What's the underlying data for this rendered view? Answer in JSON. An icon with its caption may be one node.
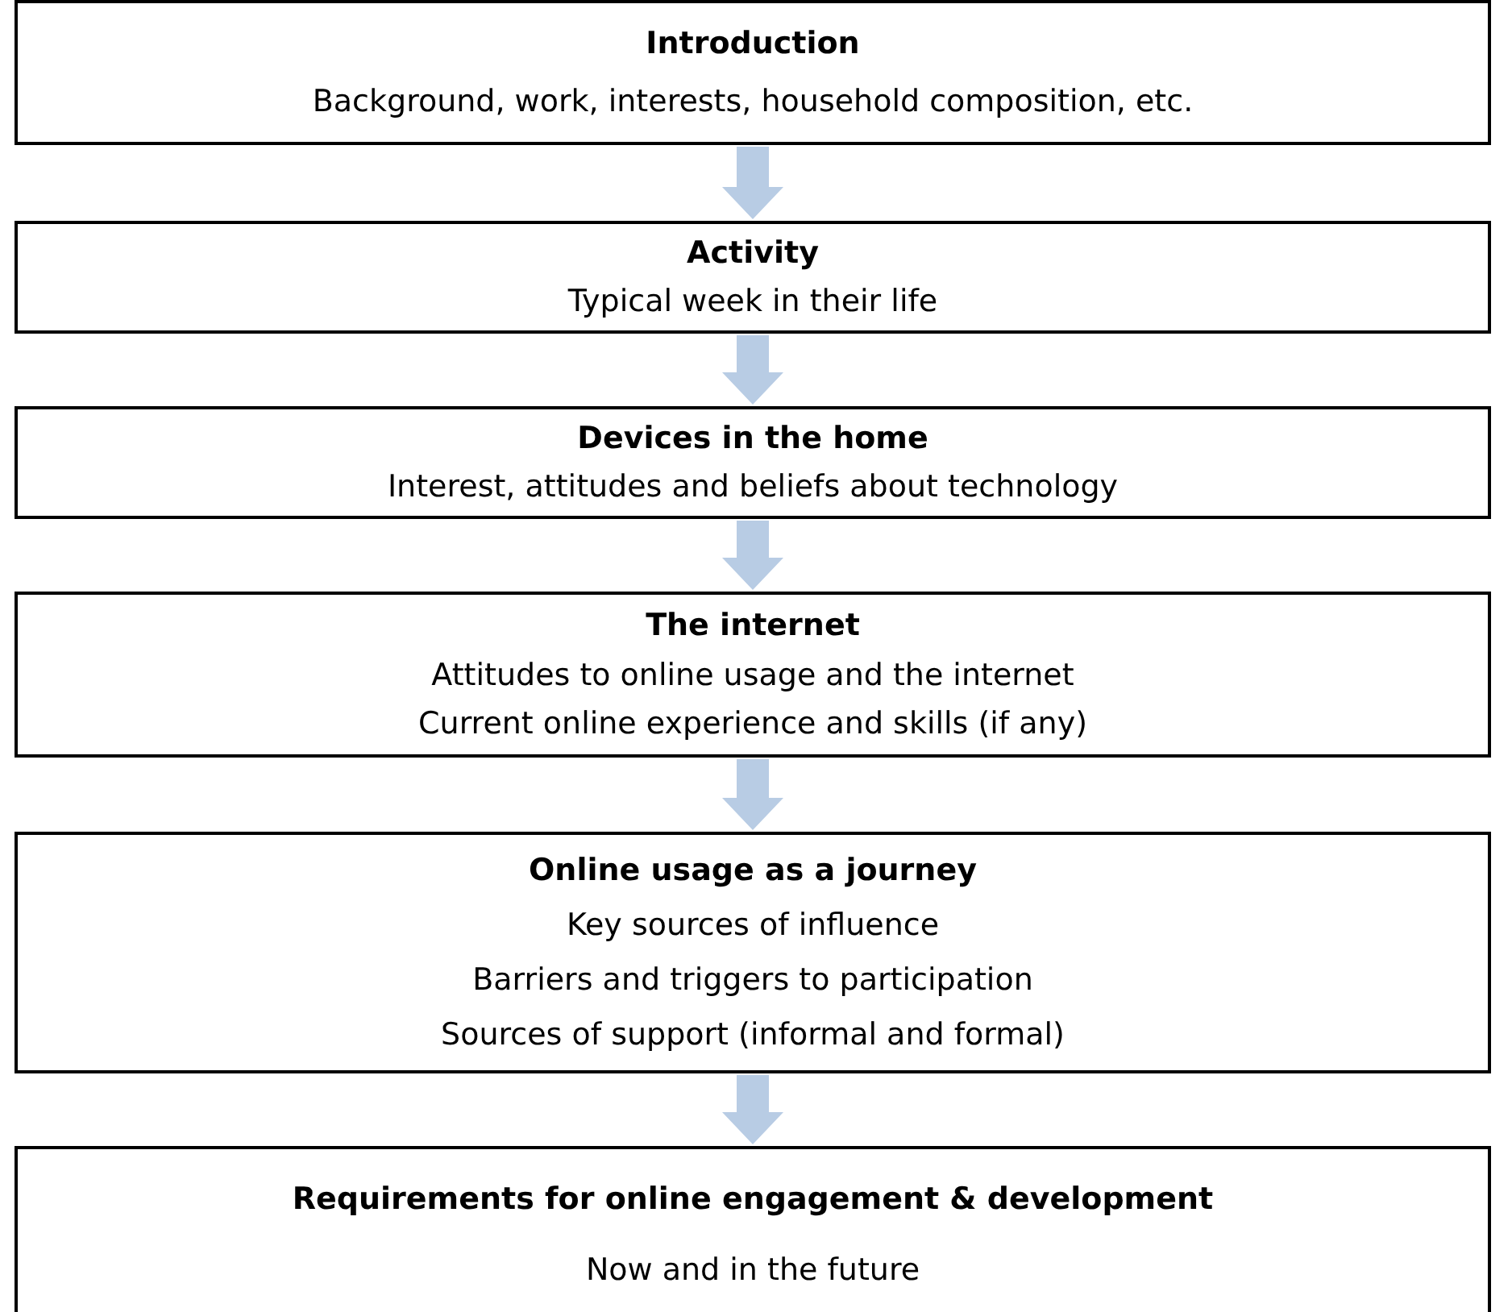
{
  "diagram": {
    "nodes": [
      {
        "text": [
          "Introduction",
          "Background, work, interests, household composition, etc."
        ]
      },
      {
        "text": [
          "Activity",
          "Typical week in their life"
        ]
      },
      {
        "text": [
          "Devices in the home",
          "Interest, attitudes and beliefs about technology"
        ]
      },
      {
        "text": [
          "The internet",
          "Attitudes to online usage and the internet",
          "Current online experience and skills (if any)"
        ]
      },
      {
        "text": [
          "Online usage as a journey",
          "Key sources of influence",
          "Barriers and triggers to participation",
          "Sources of support (informal and formal)"
        ]
      },
      {
        "text": [
          "Requirements for online engagement & development",
          "Now and in the future"
        ]
      }
    ],
    "edges": [
      {
        "from": 0,
        "to": 1,
        "arrow": "to",
        "style": "thick"
      },
      {
        "from": 1,
        "to": 2,
        "arrow": "to",
        "style": "thick"
      },
      {
        "from": 2,
        "to": 3,
        "arrow": "to",
        "style": "thick"
      },
      {
        "from": 3,
        "to": 4,
        "arrow": "to",
        "style": "thick"
      },
      {
        "from": 4,
        "to": 5,
        "arrow": "to",
        "style": "thick"
      }
    ]
  }
}
